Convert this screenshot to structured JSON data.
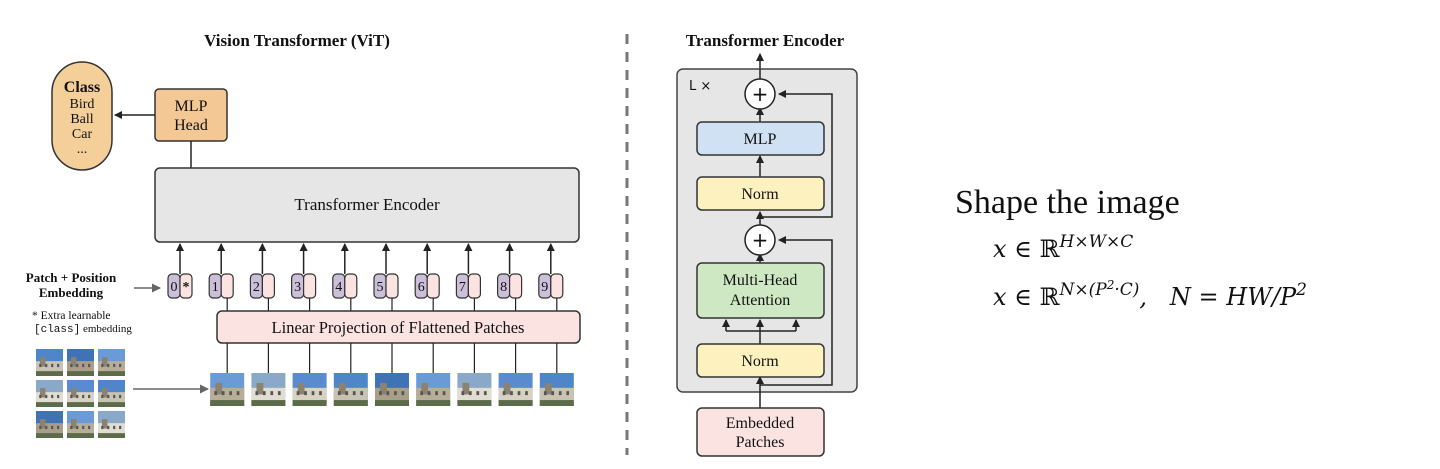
{
  "colors": {
    "class_fill": "#f5cf9a",
    "mlp_head_fill": "#f3c894",
    "encoder_fill": "#e6e6e6",
    "proj_fill": "#fbe3e2",
    "token_purple": "#cbbfd9",
    "token_pink": "#fbe3e2",
    "block_bg": "#e6e6e6",
    "mlp_blue": "#cfe1f2",
    "norm_yellow": "#fdf1c0",
    "mha_green": "#cfe8c4",
    "embedded_pink": "#fbe3e2",
    "stroke": "#333333"
  },
  "vit": {
    "title": "Vision Transformer (ViT)",
    "class_box": {
      "title": "Class",
      "items": [
        "Bird",
        "Ball",
        "Car",
        "..."
      ]
    },
    "mlp_head": {
      "line1": "MLP",
      "line2": "Head"
    },
    "encoder_label": "Transformer Encoder",
    "patch_pos_label": {
      "line1": "Patch + Position",
      "line2": "Embedding"
    },
    "extra_note": {
      "line1": "* Extra learnable",
      "code": "[class]",
      "rest": " embedding"
    },
    "tokens": [
      "0",
      "1",
      "2",
      "3",
      "4",
      "5",
      "6",
      "7",
      "8",
      "9"
    ],
    "cls_marker": "*",
    "projection_label": "Linear Projection of Flattened Patches"
  },
  "encoder_block": {
    "title": "Transformer Encoder",
    "repeat_label": "L ×",
    "plus": "+",
    "mlp": "MLP",
    "norm": "Norm",
    "mha": {
      "line1": "Multi-Head",
      "line2": "Attention"
    },
    "embedded": {
      "line1": "Embedded",
      "line2": "Patches"
    }
  },
  "math": {
    "heading": "Shape the image",
    "line1": {
      "lhs": "x ∈ ",
      "set": "ℝ",
      "sup": "H×W×C"
    },
    "line2": {
      "lhs": "x ∈ ",
      "set": "ℝ",
      "sup_a": "N×(P",
      "sup_b": "2",
      "sup_c": "·C)",
      "sep": ",   ",
      "rhs": "N = HW/P",
      "rhs_sup": "2"
    }
  }
}
